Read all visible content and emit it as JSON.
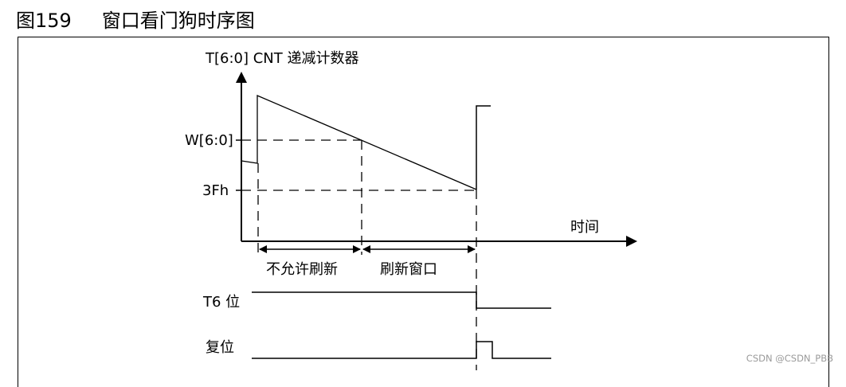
{
  "figure": {
    "number": "图159",
    "title": "窗口看门狗时序图"
  },
  "diagram": {
    "y_axis_label": "T[6:0] CNT 递减计数器",
    "x_axis_label": "时间",
    "level_w": "W[6:0]",
    "level_3f": "3Fh",
    "phase_no_refresh": "不允许刷新",
    "phase_refresh_window": "刷新窗口",
    "signal_t6": "T6 位",
    "signal_reset": "复位"
  },
  "watermark": "CSDN @CSDN_PBB"
}
